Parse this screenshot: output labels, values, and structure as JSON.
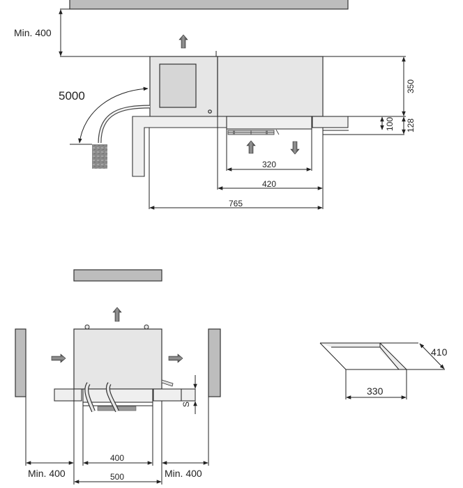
{
  "side_view": {
    "clearance_top": "Min. 400",
    "hose_length": "5000",
    "height_unit": "350",
    "height_shelf": "100",
    "height_total_lower": "128",
    "width_drawer": "320",
    "width_unit_body": "420",
    "depth_total": "765"
  },
  "front_view": {
    "width_inner": "400",
    "width_outer": "500",
    "clearance_left": "Min. 400",
    "clearance_right": "Min. 400",
    "gap_label": "S"
  },
  "cutout_view": {
    "depth": "410",
    "width": "330"
  },
  "colors": {
    "wall": "#bdbdbd",
    "unit_body": "#e6e6e6",
    "panel": "#d6d6d6",
    "line": "#222222"
  }
}
